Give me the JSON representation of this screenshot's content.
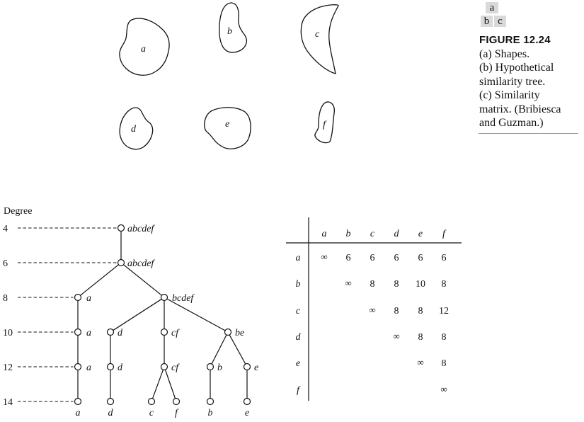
{
  "shapes": {
    "labels": [
      "a",
      "b",
      "c",
      "d",
      "e",
      "f"
    ]
  },
  "panel_key": {
    "top": "a",
    "bottom_left": "b",
    "bottom_right": "c"
  },
  "caption": {
    "figure": "FIGURE 12.24",
    "lines": [
      "(a) Shapes.",
      "(b) Hypothetical",
      "similarity tree.",
      "(c) Similarity",
      "matrix. (Bribiesca",
      "and Guzman.)"
    ]
  },
  "tree": {
    "axis_title": "Degree",
    "degrees": [
      "4",
      "6",
      "8",
      "10",
      "12",
      "14"
    ],
    "nodes": [
      {
        "id": "r4",
        "label": "abcdef"
      },
      {
        "id": "r6",
        "label": "abcdef"
      },
      {
        "id": "a8",
        "label": "a"
      },
      {
        "id": "b8",
        "label": "bcdef"
      },
      {
        "id": "a10",
        "label": "a"
      },
      {
        "id": "d10",
        "label": "d"
      },
      {
        "id": "cf10",
        "label": "cf"
      },
      {
        "id": "be10",
        "label": "be"
      },
      {
        "id": "a12",
        "label": "a"
      },
      {
        "id": "d12",
        "label": "d"
      },
      {
        "id": "cf12",
        "label": "cf"
      },
      {
        "id": "b12",
        "label": "b"
      },
      {
        "id": "e12",
        "label": "e"
      },
      {
        "id": "a14",
        "label": "a"
      },
      {
        "id": "d14",
        "label": "d"
      },
      {
        "id": "c14",
        "label": "c"
      },
      {
        "id": "f14",
        "label": "f"
      },
      {
        "id": "b14",
        "label": "b"
      },
      {
        "id": "e14",
        "label": "e"
      }
    ]
  },
  "matrix": {
    "headers": [
      "a",
      "b",
      "c",
      "d",
      "e",
      "f"
    ],
    "rows": [
      {
        "label": "a",
        "cells": [
          "∞",
          "6",
          "6",
          "6",
          "6",
          "6"
        ]
      },
      {
        "label": "b",
        "cells": [
          "",
          "∞",
          "8",
          "8",
          "10",
          "8"
        ]
      },
      {
        "label": "c",
        "cells": [
          "",
          "",
          "∞",
          "8",
          "8",
          "12"
        ]
      },
      {
        "label": "d",
        "cells": [
          "",
          "",
          "",
          "∞",
          "8",
          "8"
        ]
      },
      {
        "label": "e",
        "cells": [
          "",
          "",
          "",
          "",
          "∞",
          "8"
        ]
      },
      {
        "label": "f",
        "cells": [
          "",
          "",
          "",
          "",
          "",
          "∞"
        ]
      }
    ]
  }
}
